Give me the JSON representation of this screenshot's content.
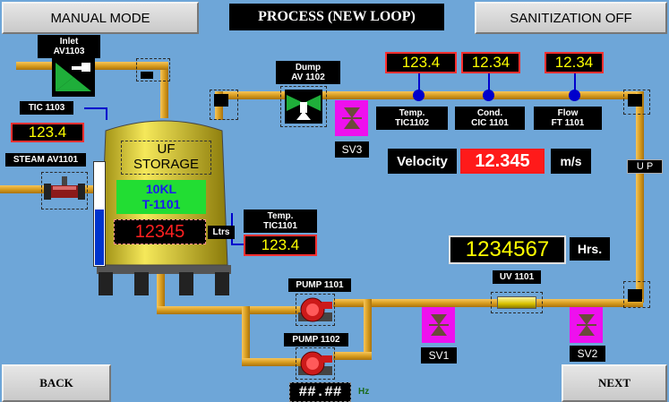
{
  "header": {
    "title": "PROCESS (NEW LOOP)",
    "manual_mode_label": "MANUAL MODE",
    "sanitization_label": "SANITIZATION OFF"
  },
  "footer": {
    "back_label": "BACK",
    "next_label": "NEXT"
  },
  "inlet_valve": {
    "label_line1": "Inlet",
    "label_line2": "AV1103"
  },
  "dump_valve": {
    "label_line1": "Dump",
    "label_line2": "AV 1102"
  },
  "tic_1103": {
    "label": "TIC 1103",
    "value": "123.4"
  },
  "steam_valve": {
    "label": "STEAM AV1101"
  },
  "tank": {
    "name_line1": "UF",
    "name_line2": "STORAGE",
    "capacity": "10KL",
    "tag": "T-1101",
    "level_value": "12345",
    "level_unit": "Ltrs",
    "level_percent": 55
  },
  "tic_1101": {
    "label_line1": "Temp.",
    "label_line2": "TIC1101",
    "value": "123.4"
  },
  "tic_1102": {
    "label_line1": "Temp.",
    "label_line2": "TIC1102",
    "value": "123.4"
  },
  "cic_1101": {
    "label_line1": "Cond.",
    "label_line2": "CIC 1101",
    "value": "12.34"
  },
  "ft_1101": {
    "label_line1": "Flow",
    "label_line2": "FT 1101",
    "value": "12.34"
  },
  "velocity": {
    "label": "Velocity",
    "value": "12.345",
    "unit": "m/s"
  },
  "sv3": {
    "label": "SV3"
  },
  "sv1": {
    "label": "SV1"
  },
  "sv2": {
    "label": "SV2"
  },
  "up_tag": {
    "label": "U P"
  },
  "uv": {
    "hours_value": "1234567",
    "hours_unit": "Hrs.",
    "label": "UV 1101"
  },
  "pump1": {
    "label": "PUMP 1101"
  },
  "pump2": {
    "label": "PUMP 1102"
  },
  "frequency": {
    "value": "##.##",
    "unit": "Hz"
  },
  "colors": {
    "background": "#6ea6d8",
    "pipe": "#d59a1c",
    "valve": "#ee10ee",
    "readout_text": "#ffff00",
    "readout_border": "#ff3030"
  }
}
